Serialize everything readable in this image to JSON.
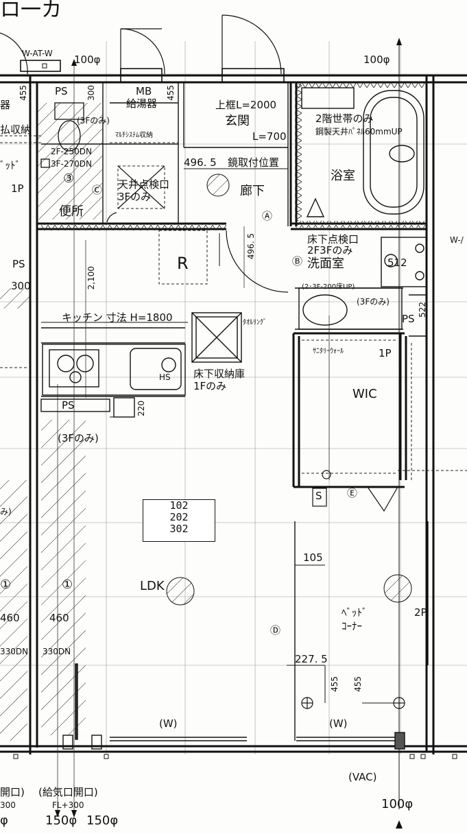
{
  "title_fragment": "ロ一カ",
  "dims": {
    "top_left_vent": "100φ",
    "top_right_vent": "100φ",
    "bottom_right_vent": "100φ",
    "d300": "300",
    "d455_top": "455",
    "d455_mb": "455",
    "d4965_h": "496. 5",
    "d4965_v": "496. 5",
    "d2100": "2,100",
    "d220": "220",
    "d512": "512",
    "d522": "522",
    "d105": "105",
    "d2275": "227. 5",
    "d455_a": "455",
    "d455_b": "455",
    "d460_left": "460",
    "d460": "460",
    "d330_left": "330DN",
    "d330": "330DN",
    "d300_ps": "300",
    "bottom_left_vent_partial": "φ",
    "bottom_vent_1": "150φ",
    "bottom_vent_2": "150φ",
    "bottom_left_300_partial": "300"
  },
  "labels": {
    "w_at_w": "W-AT-W",
    "w_right": "W-/",
    "ps_top": "PS",
    "mb": "MB",
    "kyutoki": "給湯器",
    "ki_partial": "器",
    "shuno_partial": "払収納",
    "three_f_only_1": "(3Fのみ)",
    "multi_system": "ﾏﾙﾁｼｽﾃﾑ収納",
    "dn_250": "2F-250DN",
    "dn_270": "3F-270DN",
    "circle_3": "③",
    "circle_c": "Ⓒ",
    "benjo": "便所",
    "bed_partial": "ﾞｯﾄﾞ",
    "one_p_left": "1P",
    "tenjo_1": "天井点検口",
    "tenjo_2": "3Fのみ",
    "uwagamachi": "上框L=2000",
    "genkan": "玄関",
    "l700": "L=700",
    "kagami": "鏡取付位置",
    "roka": "廊下",
    "circle_a": "Ⓐ",
    "nikai_1": "2階世帯のみ",
    "nikai_2": "鋼製天井ﾊﾟﾈﾙ60mmUP",
    "yokushitsu": "浴室",
    "yukashita_1": "床下点検口",
    "yukashita_2": "2F3Fのみ",
    "circle_b": "Ⓑ",
    "senmenjo": "洗面室",
    "yuka_up": "(2･3F-200床UP)",
    "three_f_only_2": "(3Fのみ)",
    "ps_right": "PS",
    "r_mark": "R",
    "ps_left": "PS",
    "kitchen": "キッチン 寸法 H=1800",
    "towel": "ﾀｵﾙﾘﾝｸﾞ",
    "sanitary": "ｻﾆﾀﾘｰｳｫｰﾙ",
    "one_p_wic": "1P",
    "wic": "WIC",
    "hs": "HS",
    "yukashita_shuno_1": "床下収納庫",
    "yukashita_shuno_2": "1Fのみ",
    "ps_kitchen": "PS",
    "three_f_only_3": "(3Fのみ)",
    "mi_partial": "み)",
    "s_box": "S",
    "circle_e": "Ⓔ",
    "unit_1": "102",
    "unit_2": "202",
    "unit_3": "302",
    "ldk": "LDK",
    "circle_1": "①",
    "circle_1_left": "①",
    "circle_d": "Ⓓ",
    "bed_1": "ﾍﾞｯﾄﾞ",
    "bed_2": "ｺｰﾅｰ",
    "two_p": "2P",
    "w_left": "(W)",
    "w_right_win": "(W)",
    "vac": "(VAC)",
    "kaikou_partial": "開口)",
    "kyuki": "(給気口開口)",
    "fl300": "FL+300"
  }
}
